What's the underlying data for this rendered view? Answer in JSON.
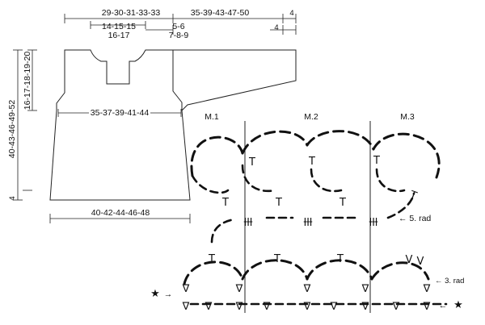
{
  "measurements": {
    "top_width": "29-30-31-33-33",
    "sleeve_length": "35-39-43-47-50",
    "sleeve_cuff_small": "4",
    "neck_width_1": "14-15-15",
    "neck_width_2": "16-17",
    "shoulder_1": "5-6",
    "shoulder_2": "7-8-9",
    "cuff_right": "4",
    "total_length": "40-43-46-49-52",
    "armhole_depth": "16-17-18-19-20",
    "hem_height": "4",
    "chest_width": "35-37-39-41-44",
    "bottom_width": "40-42-44-46-48"
  },
  "chart": {
    "section_labels": [
      "M.1",
      "M.2",
      "M.3"
    ],
    "row5_label": "← 5. rad",
    "row3_label": "← 3. rad",
    "start_star": "★",
    "end_star": "★",
    "arrow_in": "→",
    "arrow_out": "←"
  },
  "symbols": {
    "treble": "T",
    "triple_cross": "ƚƚƚ",
    "dc_triangle": "∇",
    "v_stitch": "V"
  }
}
